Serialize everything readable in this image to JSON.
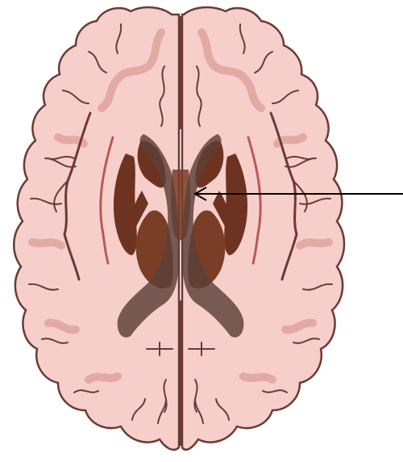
{
  "diagram": {
    "subject": "brain-axial-section",
    "colors": {
      "cortex_fill": "#f6cfcb",
      "cortex_outline": "#6b3a35",
      "gyrus_edge": "#e3aaa3",
      "white_matter": "#f8dcd9",
      "deep_nuclei": "#6e3320",
      "thalamus": "#7a3d26",
      "ventricle": "#5d4038",
      "claustrum": "#b85a55",
      "pointer": "#000000"
    },
    "pointer": {
      "style": "arrow",
      "target": "internal-capsule-right"
    }
  }
}
